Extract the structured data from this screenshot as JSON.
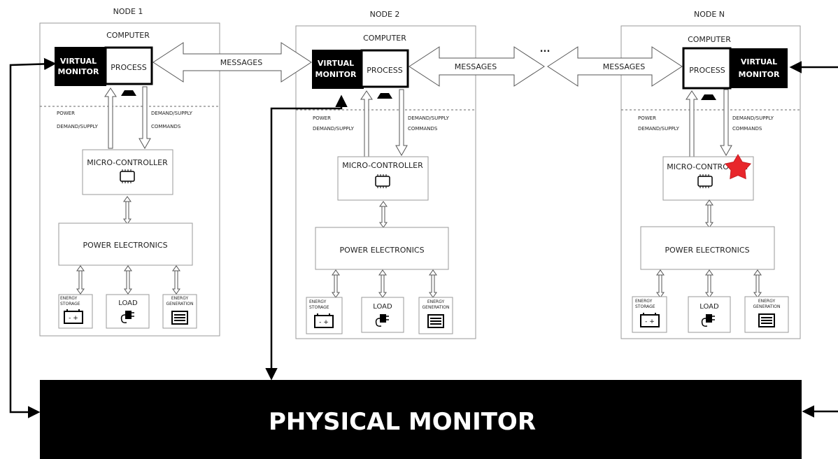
{
  "nodes": [
    {
      "id": "node-1",
      "title": "NODE 1",
      "computer": "COMPUTER",
      "virtual_monitor": [
        "VIRTUAL",
        "MONITOR"
      ],
      "process": "PROCESS",
      "power_label": [
        "POWER",
        "DEMAND/SUPPLY"
      ],
      "commands_label": [
        "DEMAND/SUPPLY",
        "COMMANDS"
      ],
      "microcontroller": "MICRO-CONTROLLER",
      "power_electronics": "POWER ELECTRONICS",
      "energy_storage": [
        "ENERGY",
        "STORAGE"
      ],
      "load": "LOAD",
      "energy_generation": [
        "ENERGY",
        "GENERATION"
      ]
    },
    {
      "id": "node-2",
      "title": "NODE 2",
      "computer": "COMPUTER",
      "virtual_monitor": [
        "VIRTUAL",
        "MONITOR"
      ],
      "process": "PROCESS",
      "power_label": [
        "POWER",
        "DEMAND/SUPPLY"
      ],
      "commands_label": [
        "DEMAND/SUPPLY",
        "COMMANDS"
      ],
      "microcontroller": "MICRO-CONTROLLER",
      "power_electronics": "POWER ELECTRONICS",
      "energy_storage": [
        "ENERGY",
        "STORAGE"
      ],
      "load": "LOAD",
      "energy_generation": [
        "ENERGY",
        "GENERATION"
      ]
    },
    {
      "id": "node-n",
      "title": "NODE N",
      "computer": "COMPUTER",
      "virtual_monitor": [
        "VIRTUAL",
        "MONITOR"
      ],
      "process": "PROCESS",
      "power_label": [
        "POWER",
        "DEMAND/SUPPLY"
      ],
      "commands_label": [
        "DEMAND/SUPPLY",
        "COMMANDS"
      ],
      "microcontroller": "MICRO-CONTROLLER",
      "power_electronics": "POWER ELECTRONICS",
      "energy_storage": [
        "ENERGY",
        "STORAGE"
      ],
      "load": "LOAD",
      "energy_generation": [
        "ENERGY",
        "GENERATION"
      ]
    }
  ],
  "messages": [
    "MESSAGES",
    "MESSAGES",
    "MESSAGES"
  ],
  "ellipsis": "...",
  "physical_monitor": "PHYSICAL MONITOR",
  "colors": {
    "monitor_fill": "#000000",
    "fault_star": "#e8262b"
  },
  "icons": [
    "monitor-icon",
    "microchip-icon",
    "battery-icon",
    "plug-icon",
    "coil-icon",
    "fault-star-icon"
  ]
}
